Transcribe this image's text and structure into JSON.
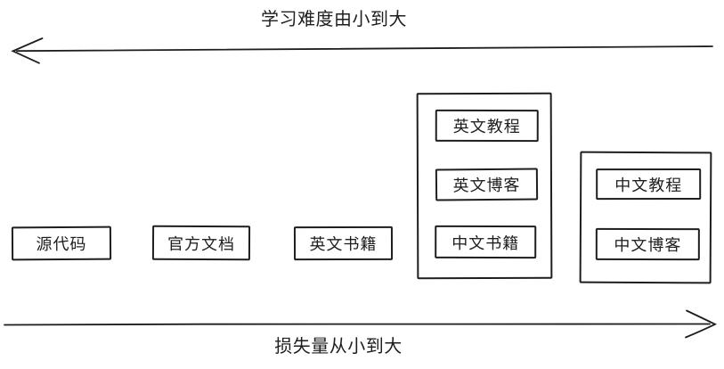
{
  "diagram": {
    "top_axis": {
      "label": "学习难度由小到大",
      "direction": "left"
    },
    "bottom_axis": {
      "label": "损失量从小到大",
      "direction": "right"
    },
    "standalone_boxes": [
      {
        "label": "源代码"
      },
      {
        "label": "官方文档"
      },
      {
        "label": "英文书籍"
      }
    ],
    "group1": {
      "items": [
        {
          "label": "英文教程"
        },
        {
          "label": "英文博客"
        },
        {
          "label": "中文书籍"
        }
      ]
    },
    "group2": {
      "items": [
        {
          "label": "中文教程"
        },
        {
          "label": "中文博客"
        }
      ]
    },
    "colors": {
      "stroke": "#1e1e1e",
      "background": "#ffffff"
    }
  }
}
